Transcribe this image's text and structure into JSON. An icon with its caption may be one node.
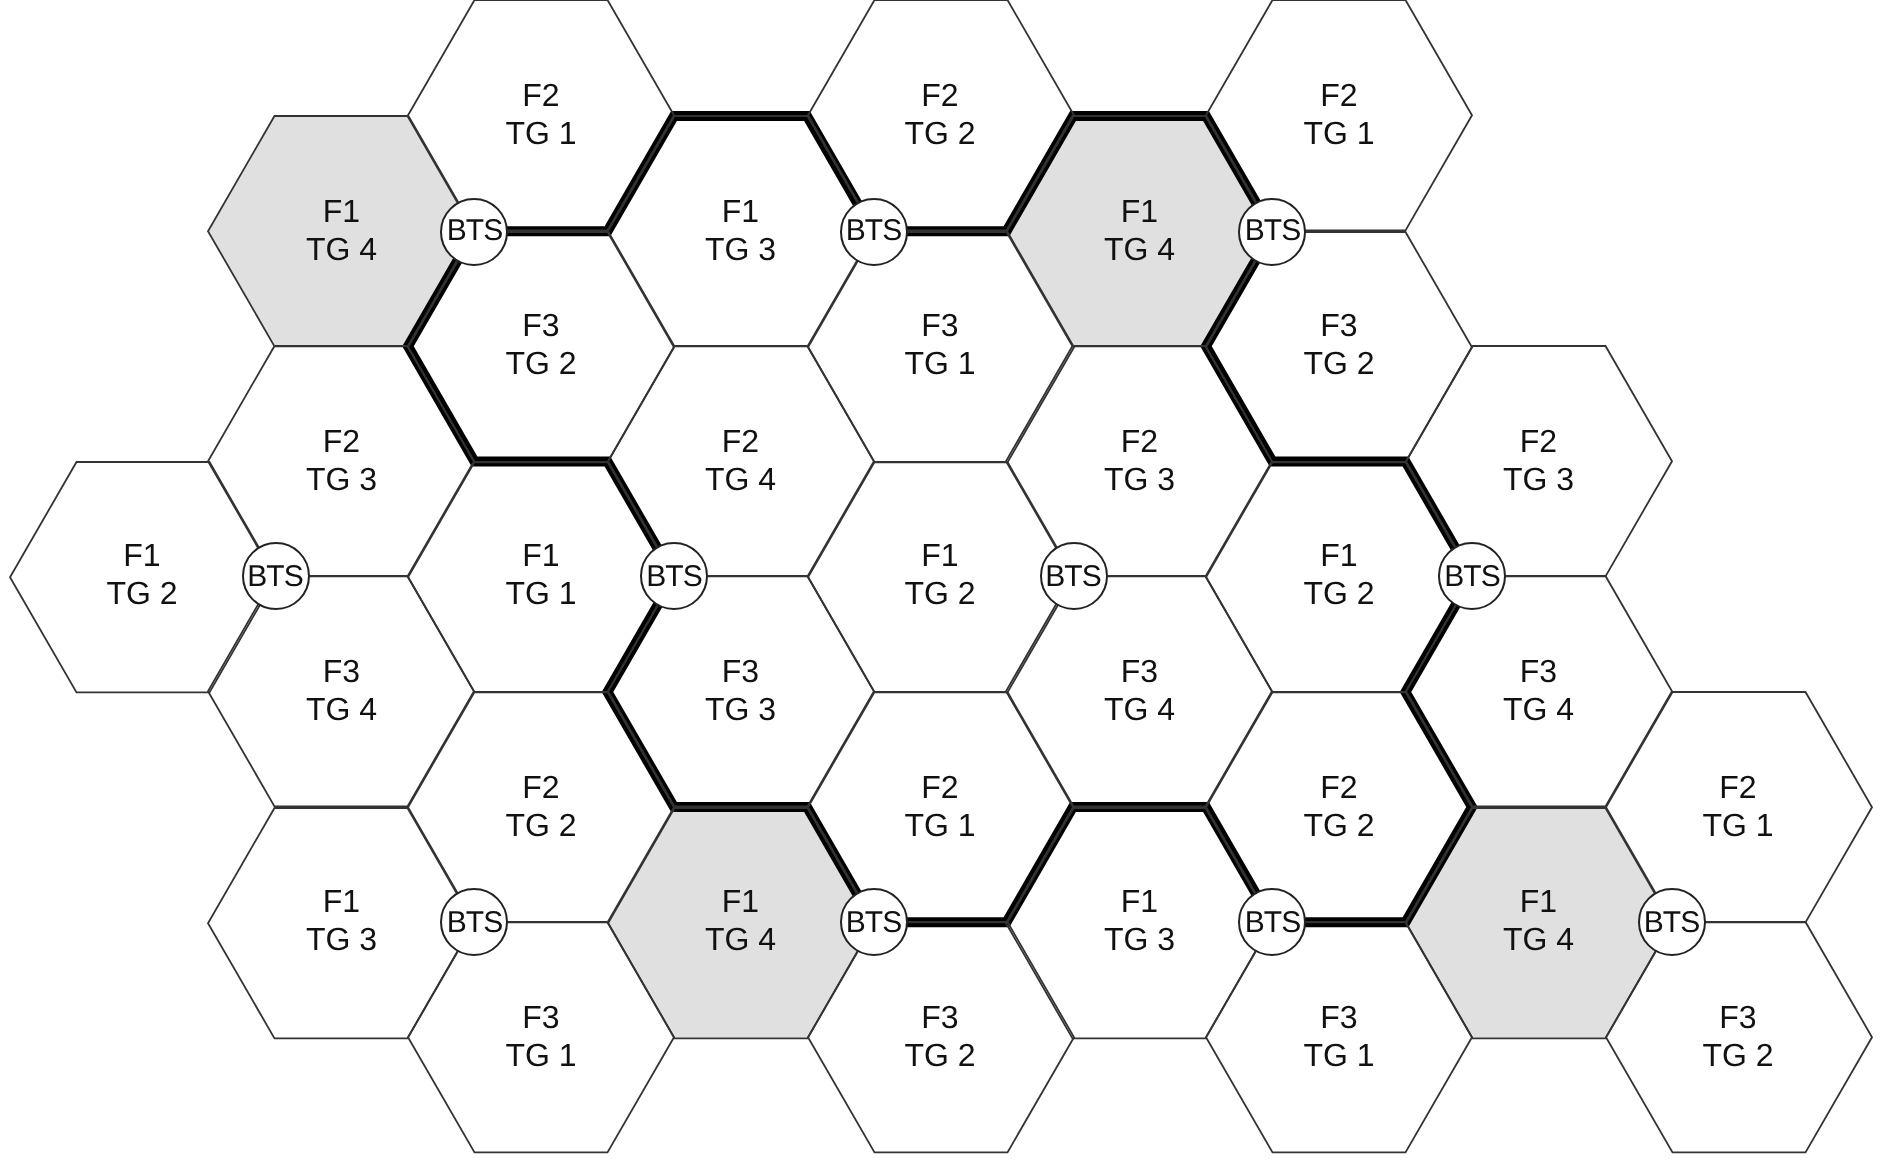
{
  "diagram": {
    "nodes": [
      {
        "text": [
          "F2",
          "TG 1"
        ]
      },
      {
        "text": [
          "F2",
          "TG 2"
        ]
      },
      {
        "text": [
          "F2",
          "TG 1"
        ]
      },
      {
        "text": [
          "F1",
          "TG 4"
        ]
      },
      {
        "text": [
          "F1",
          "TG 3"
        ]
      },
      {
        "text": [
          "F1",
          "TG 4"
        ]
      },
      {
        "text": [
          "F3",
          "TG 2"
        ]
      },
      {
        "text": [
          "F3",
          "TG 1"
        ]
      },
      {
        "text": [
          "F3",
          "TG 2"
        ]
      },
      {
        "text": [
          "F2",
          "TG 3"
        ]
      },
      {
        "text": [
          "F2",
          "TG 4"
        ]
      },
      {
        "text": [
          "F2",
          "TG 3"
        ]
      },
      {
        "text": [
          "F2",
          "TG 3"
        ]
      },
      {
        "text": [
          "F1",
          "TG 2"
        ]
      },
      {
        "text": [
          "F1",
          "TG 1"
        ]
      },
      {
        "text": [
          "F1",
          "TG 2"
        ]
      },
      {
        "text": [
          "F1",
          "TG 2"
        ]
      },
      {
        "text": [
          "F3",
          "TG 4"
        ]
      },
      {
        "text": [
          "F3",
          "TG 3"
        ]
      },
      {
        "text": [
          "F3",
          "TG 4"
        ]
      },
      {
        "text": [
          "F3",
          "TG 4"
        ]
      },
      {
        "text": [
          "F2",
          "TG 2"
        ]
      },
      {
        "text": [
          "F2",
          "TG 1"
        ]
      },
      {
        "text": [
          "F2",
          "TG 2"
        ]
      },
      {
        "text": [
          "F2",
          "TG 1"
        ]
      },
      {
        "text": [
          "F1",
          "TG 3"
        ]
      },
      {
        "text": [
          "F1",
          "TG 4"
        ]
      },
      {
        "text": [
          "F1",
          "TG 3"
        ]
      },
      {
        "text": [
          "F1",
          "TG 4"
        ]
      },
      {
        "text": [
          "F3",
          "TG 1"
        ]
      },
      {
        "text": [
          "F3",
          "TG 2"
        ]
      },
      {
        "text": [
          "F3",
          "TG 1"
        ]
      },
      {
        "text": [
          "F3",
          "TG 2"
        ]
      },
      {
        "text": [
          "BTS"
        ]
      },
      {
        "text": [
          "BTS"
        ]
      },
      {
        "text": [
          "BTS"
        ]
      },
      {
        "text": [
          "BTS"
        ]
      },
      {
        "text": [
          "BTS"
        ]
      },
      {
        "text": [
          "BTS"
        ]
      },
      {
        "text": [
          "BTS"
        ]
      },
      {
        "text": [
          "BTS"
        ]
      },
      {
        "text": [
          "BTS"
        ]
      },
      {
        "text": [
          "BTS"
        ]
      },
      {
        "text": [
          "BTS"
        ]
      }
    ]
  }
}
